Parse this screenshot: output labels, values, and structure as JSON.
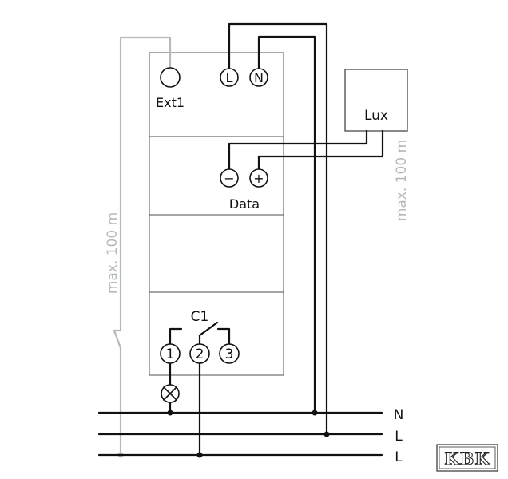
{
  "device": {
    "ext_label": "Ext1",
    "l_terminal": "L",
    "n_terminal": "N",
    "data_label": "Data",
    "data_minus": "−",
    "data_plus": "+",
    "channel_label": "C1",
    "contact_1": "1",
    "contact_2": "2",
    "contact_3": "3"
  },
  "sensor": {
    "label": "Lux"
  },
  "distances": {
    "ext_max": "max. 100 m",
    "sensor_max": "max. 100 m"
  },
  "bus": {
    "line_n": "N",
    "line_l1": "L",
    "line_l2": "L"
  },
  "logo": {
    "text": "KBK"
  },
  "colors": {
    "wire": "#111111",
    "extension_wire": "#b3b9bc",
    "frame": "#6f6f6f"
  }
}
